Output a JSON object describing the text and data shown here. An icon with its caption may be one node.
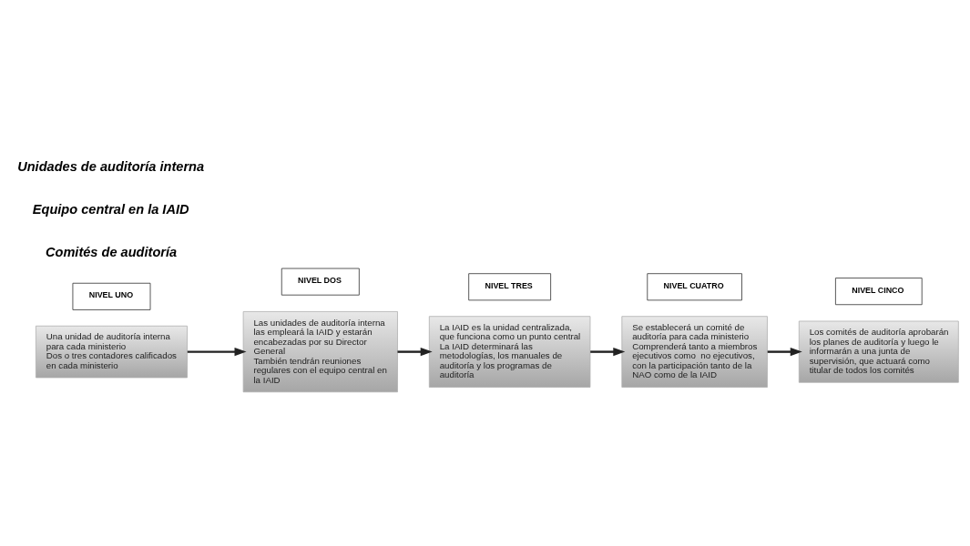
{
  "diagram": {
    "nodes": [
      {
        "text": [
          "Los comités de auditoría aprobarán los planes de auditoría y luego le informarán a una junta de supervisión, que actuará como titular de todos los comités"
        ]
      },
      {
        "text": [
          "NIVEL CINCO"
        ]
      },
      {
        "text": [
          "Se establecerá un comité de auditoría para cada ministerio",
          "Comprenderá tanto a miembros ejecutivos como  no ejecutivos, con la participación tanto de la NAO como de la IAID"
        ]
      },
      {
        "text": [
          "NIVEL CUATRO"
        ]
      },
      {
        "text": [
          "La IAID es la unidad centralizada, que funciona como un punto central",
          "La IAID determinará las metodologías, los manuales de auditoría y los programas de auditoría"
        ]
      },
      {
        "text": [
          "NIVEL TRES"
        ]
      },
      {
        "text": [
          "Las unidades de auditoría interna las empleará la IAID y estarán encabezadas por su Director General",
          "También tendrán reuniones regulares con el equipo central en la IAID"
        ]
      },
      {
        "text": [
          "NIVEL DOS"
        ]
      },
      {
        "text": [
          "Una unidad de auditoría interna para cada ministerio",
          "Dos o tres contadores calificados en cada ministerio"
        ]
      },
      {
        "text": [
          "NIVEL UNO"
        ]
      }
    ],
    "edges": [
      {
        "from": 8,
        "to": 6,
        "arrow": "to"
      },
      {
        "from": 6,
        "to": 4,
        "arrow": "to"
      },
      {
        "from": 4,
        "to": 2,
        "arrow": "to"
      },
      {
        "from": 2,
        "to": 0,
        "arrow": "to"
      }
    ],
    "labels": [
      "Comités de auditoría",
      "Equipo central en la IAID",
      "Unidades de auditoría interna"
    ]
  }
}
